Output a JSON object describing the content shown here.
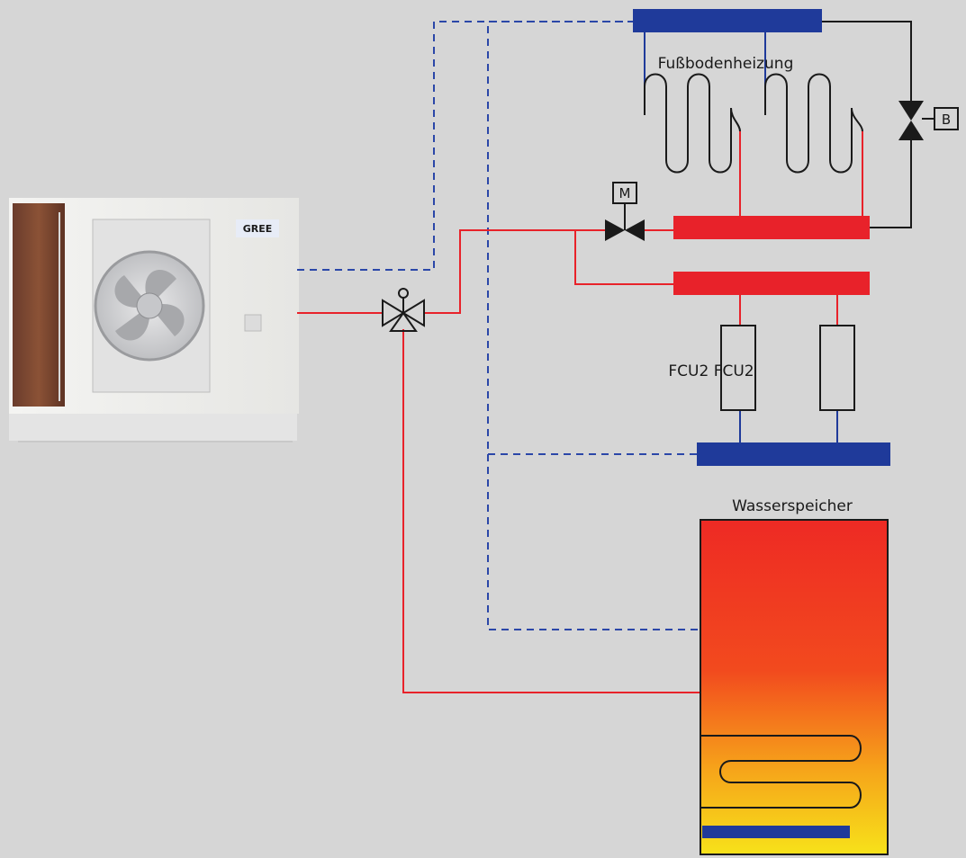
{
  "labels": {
    "floor_heating": "Fußbodenheizung",
    "fcu_pair": "FCU2 FCU2",
    "water_storage": "Wasserspeicher",
    "valve_motor": "M",
    "valve_b": "B",
    "brand": "GREE"
  },
  "colors": {
    "background": "#d6d6d6",
    "hot_pipe": "#e8222a",
    "cold_pipe": "#1f3a9a",
    "dashed_pipe": "#2b47a8",
    "line_black": "#1a1a1a",
    "tank_top": "#ee2a24",
    "tank_bottom": "#f7e21a"
  }
}
